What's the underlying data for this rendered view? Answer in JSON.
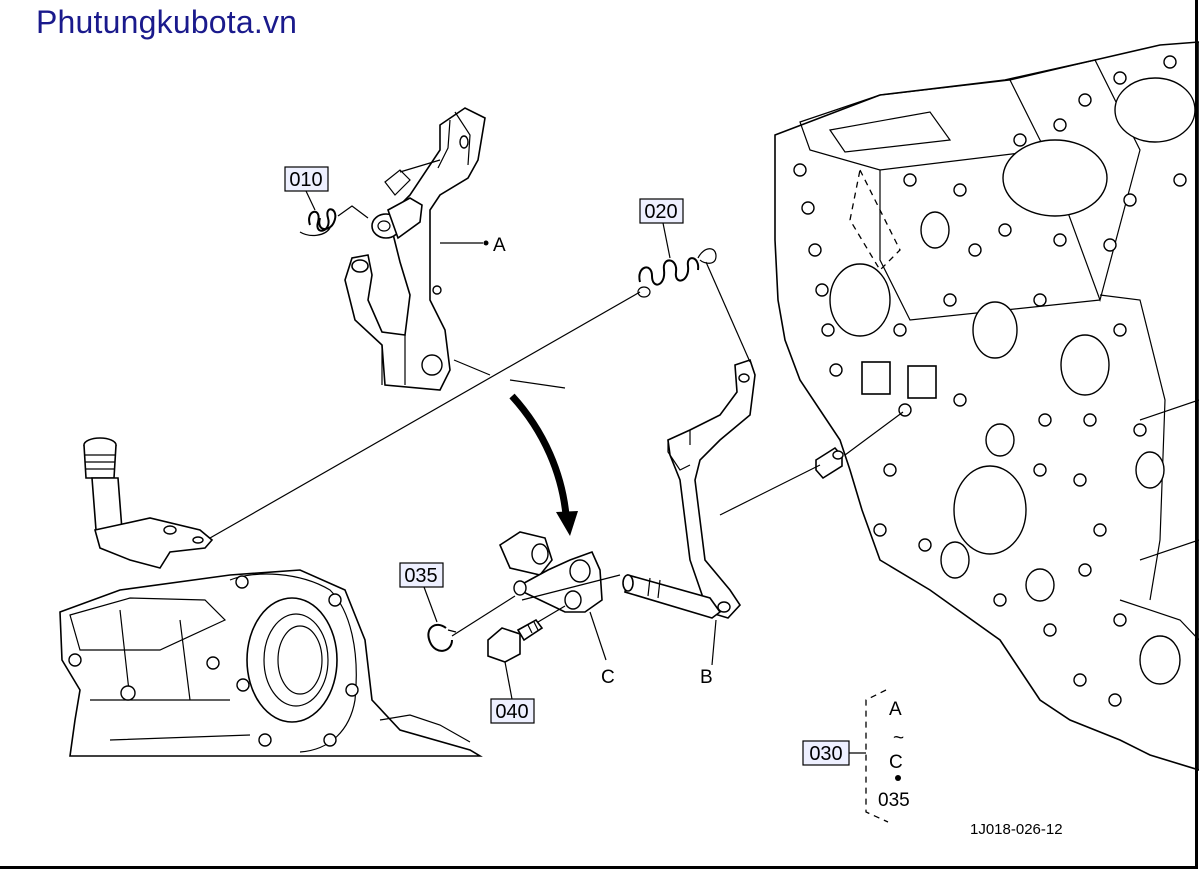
{
  "watermark": "Phutungkubota.vn",
  "diagram_code": "1J018-026-12",
  "parts": {
    "p010": "010",
    "p020": "020",
    "p030": "030",
    "p035": "035",
    "p040": "040"
  },
  "refs": {
    "a": "A",
    "b": "B",
    "c": "C"
  },
  "group_030": {
    "from": "A",
    "tilde": "~",
    "to": "C",
    "extra": "035"
  },
  "colors": {
    "watermark": "#1a1a8c",
    "label_box_fill": "#eef0ff"
  }
}
